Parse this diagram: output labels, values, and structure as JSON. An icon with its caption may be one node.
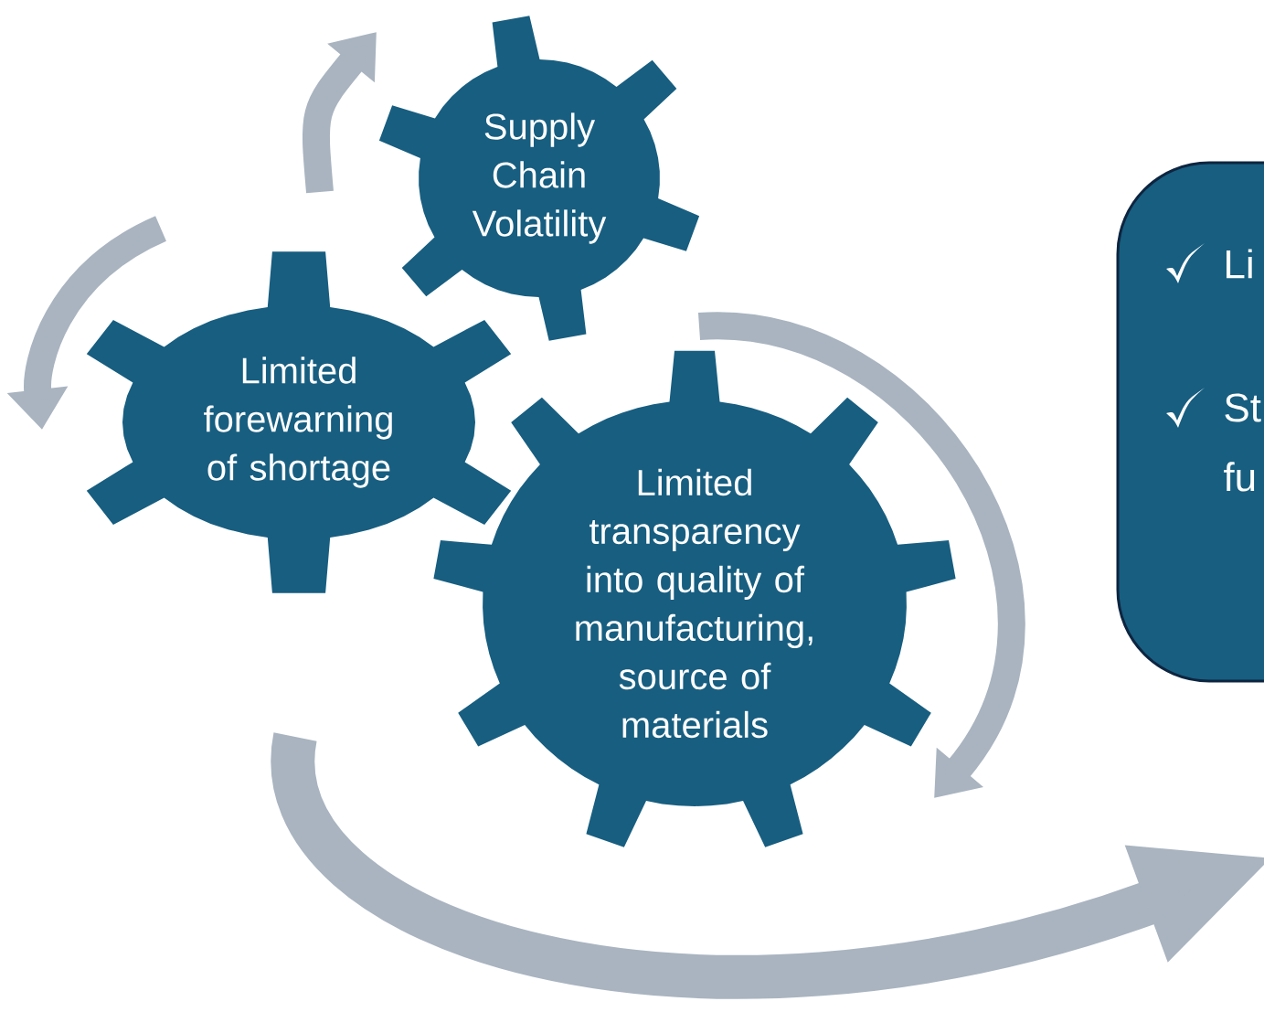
{
  "diagram": {
    "nodes": [
      {
        "text": [
          "Supply Chain Volatility"
        ]
      },
      {
        "text": [
          "Limited forewarning of shortage"
        ]
      },
      {
        "text": [
          "Limited transparency into quality of manufacturing, source of materials"
        ]
      },
      {
        "text": [
          "Li",
          "St fu"
        ]
      }
    ]
  }
}
